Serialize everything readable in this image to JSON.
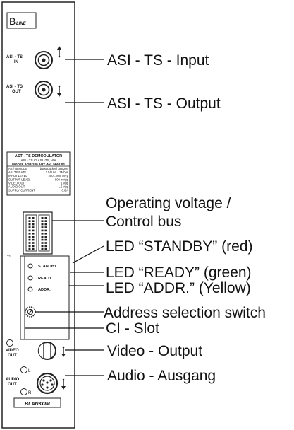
{
  "panel": {
    "logo_letter": "B",
    "logo_sub": "LINE",
    "asi_in_label_1": "ASI - TS",
    "asi_in_label_2": "IN",
    "asi_out_label_1": "ASI - TS",
    "asi_out_label_2": "OUT",
    "card_title": "AST - TS DEMODULATOR",
    "card_row2": "ASI - TS    CI    ASI -TS, VIA",
    "card_row3": "MODEL  ADB 209   ART.-No. 5662.04",
    "spec_names": [
      "ASI/TS MODE",
      "ASI TS RATE",
      "INPUT LEVEL",
      "OUTPUT LEVEL",
      "VIDEO OUT",
      "AUDIO OUT",
      "SUPPLY CURRENT"
    ],
    "spec_values": [
      "burst packed 188,204",
      "2.5/0.04 .. 7Mbps",
      "200 .. 800 mVp",
      "800 mVpp",
      "1 Vpp",
      "1.5 Vpp",
      "0.6 A"
    ],
    "slot_label": "X1",
    "led_standby": "STANDBY",
    "led_ready": "READY",
    "led_addr": "ADDR.",
    "video_label_1": "VIDEO",
    "video_label_2": "OUT",
    "audio_l": "L",
    "audio_label_1": "AUDIO",
    "audio_label_2": "OUT",
    "audio_r": "R",
    "brand": "BLANKOM"
  },
  "callouts": {
    "asi_input": "ASI - TS - Input",
    "asi_output": "ASI - TS - Output",
    "voltage_line1": "Operating voltage /",
    "voltage_line2": "Control bus",
    "led_standby": "LED “STANDBY” (red)",
    "led_ready": "LED “READY” (green)",
    "led_addr": "LED “ADDR.” (Yellow)",
    "address_switch": "Address selection switch",
    "ci_slot": "CI - Slot",
    "video_output": "Video - Output",
    "audio_output": "Audio - Ausgang"
  }
}
